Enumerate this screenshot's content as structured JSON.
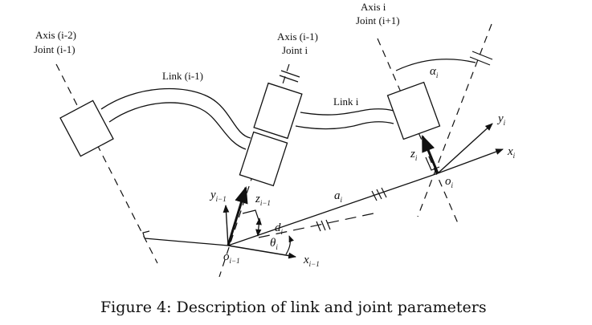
{
  "labels": {
    "axis_im2": "Axis (i-2)",
    "joint_im1": "Joint (i-1)",
    "axis_im1": "Axis (i-1)",
    "joint_i": "Joint i",
    "axis_i": "Axis i",
    "joint_ip1": "Joint (i+1)",
    "link_im1": "Link (i-1)",
    "link_i": "Link i"
  },
  "symbols": {
    "alpha": "α",
    "alpha_sub": "i",
    "y_i": "y",
    "y_i_sub": "i",
    "x_i": "x",
    "x_i_sub": "i",
    "o_i": "o",
    "o_i_sub": "i",
    "z_i": "z",
    "z_i_sub": "i",
    "a_i": "a",
    "a_i_sub": "i",
    "y_im1": "y",
    "y_im1_sub": "i−1",
    "z_im1": "z",
    "z_im1_sub": "i−1",
    "d_i": "d",
    "d_i_sub": "i",
    "theta": "θ",
    "theta_sub": "i",
    "o_im1": "o",
    "o_im1_sub": "i−1",
    "x_im1": "x",
    "x_im1_sub": "i−1"
  },
  "caption": "Figure 4: Description of link and joint parameters"
}
